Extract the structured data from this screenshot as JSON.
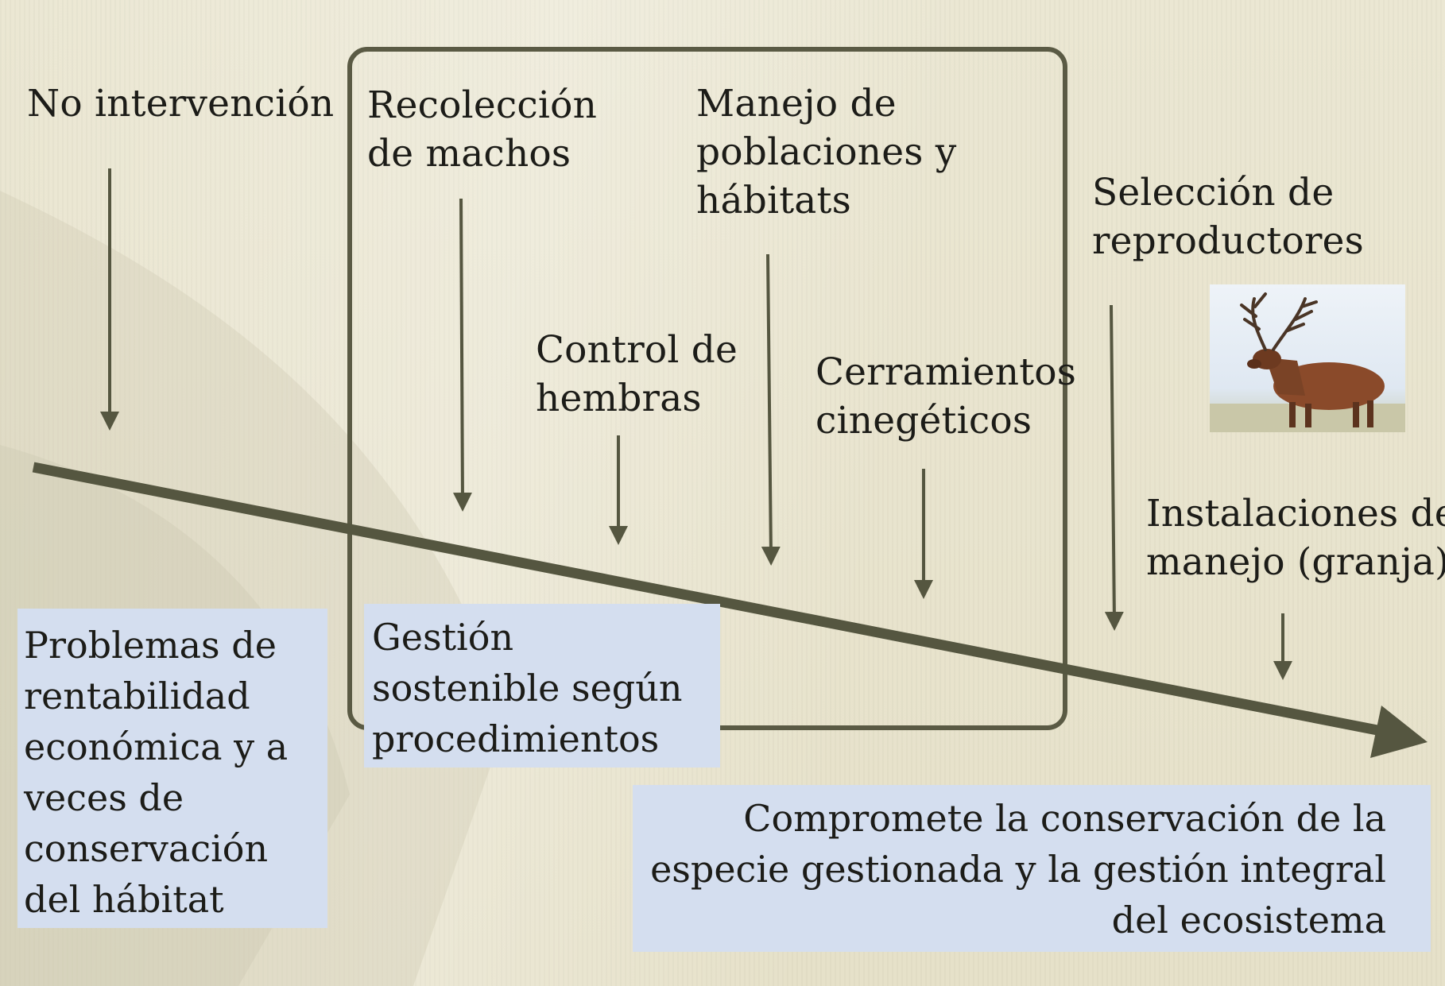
{
  "labels": {
    "no_intervencion": "No intervención",
    "recoleccion": [
      "Recolección",
      "de machos"
    ],
    "control_hembras": [
      "Control de",
      "hembras"
    ],
    "manejo_poblaciones": [
      "Manejo de",
      "poblaciones y",
      "hábitats"
    ],
    "cerramientos": [
      "Cerramientos",
      "cinegéticos"
    ],
    "seleccion": [
      "Selección de",
      "reproductores"
    ],
    "instalaciones": [
      "Instalaciones de",
      "manejo (granja)"
    ]
  },
  "boxes": {
    "problemas": [
      "Problemas de",
      "rentabilidad",
      "económica y a",
      "veces de",
      "conservación",
      "del hábitat"
    ],
    "gestion": [
      "Gestión",
      "sostenible según",
      "procedimientos"
    ],
    "compromete": [
      "Compromete la conservación de la",
      "especie gestionada y la gestión integral",
      "del ecosistema"
    ]
  },
  "colors": {
    "arrow": "#555640",
    "frame": "#5a5a44",
    "box_fill": "#d4deef",
    "background": "#e9e4cf"
  },
  "image": {
    "icon": "red-deer-stag-photo"
  }
}
